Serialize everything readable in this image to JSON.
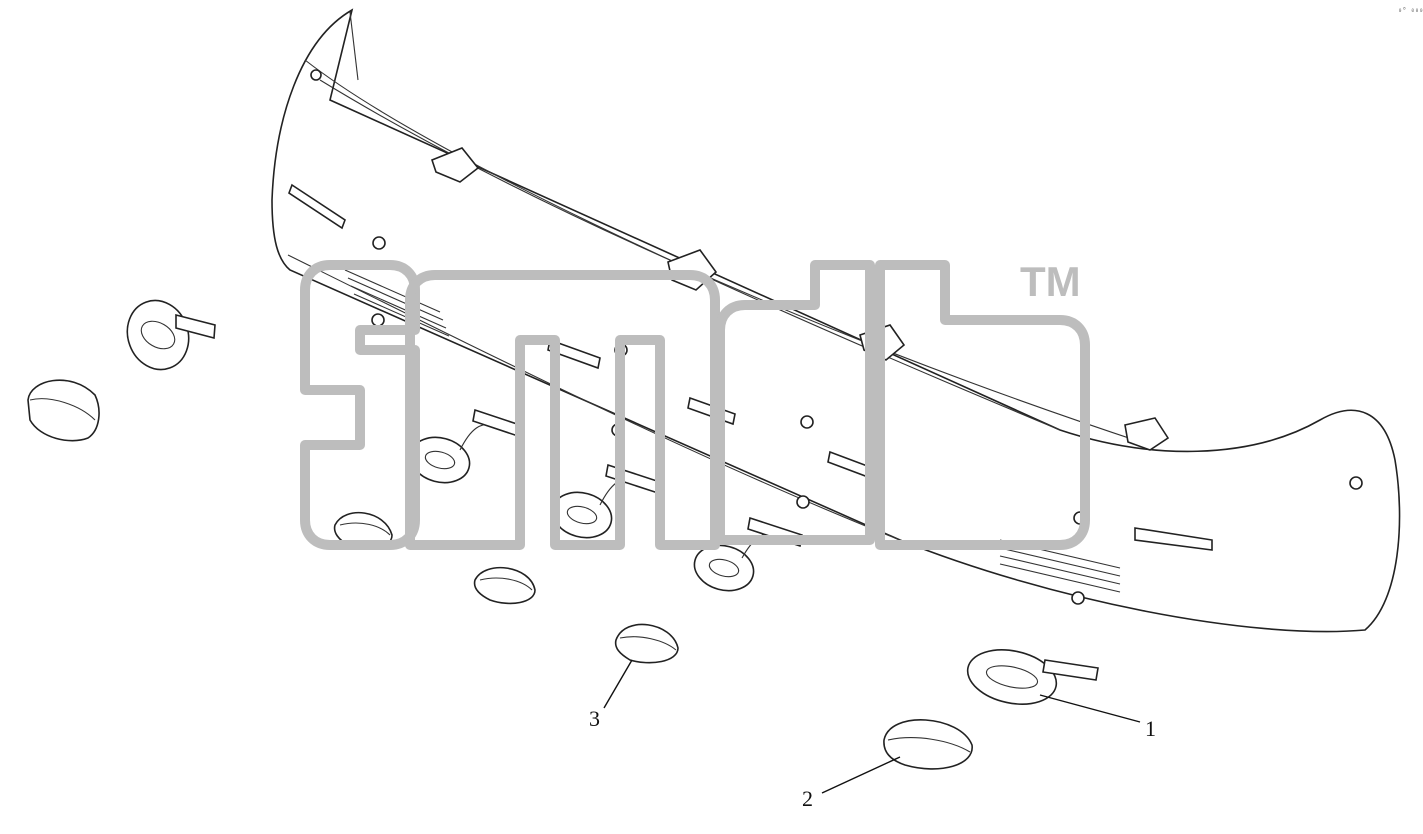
{
  "diagram": {
    "callouts": [
      {
        "id": "1",
        "label": "1"
      },
      {
        "id": "2",
        "label": "2"
      },
      {
        "id": "3",
        "label": "3"
      }
    ],
    "watermark": {
      "trademark": "TM"
    },
    "corner_mark": "₀⁰ ₀₀₀",
    "colors": {
      "line": "#222222",
      "watermark": "#bdbdbd",
      "background": "#ffffff"
    }
  }
}
